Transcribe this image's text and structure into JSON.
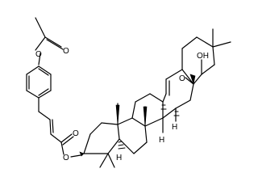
{
  "molecule": {
    "atom_labels": {
      "acetoxy_o1": "O",
      "acetoxy_o2": "O",
      "ester_o_carbonyl": "O",
      "ester_o_link": "O",
      "acid_o": "O",
      "acid_oh": "OH",
      "h_ring_a": "H",
      "h_ring_c": "H",
      "h_ring_d": "H"
    },
    "colors": {
      "bond": "#000000",
      "background": "#ffffff"
    }
  }
}
